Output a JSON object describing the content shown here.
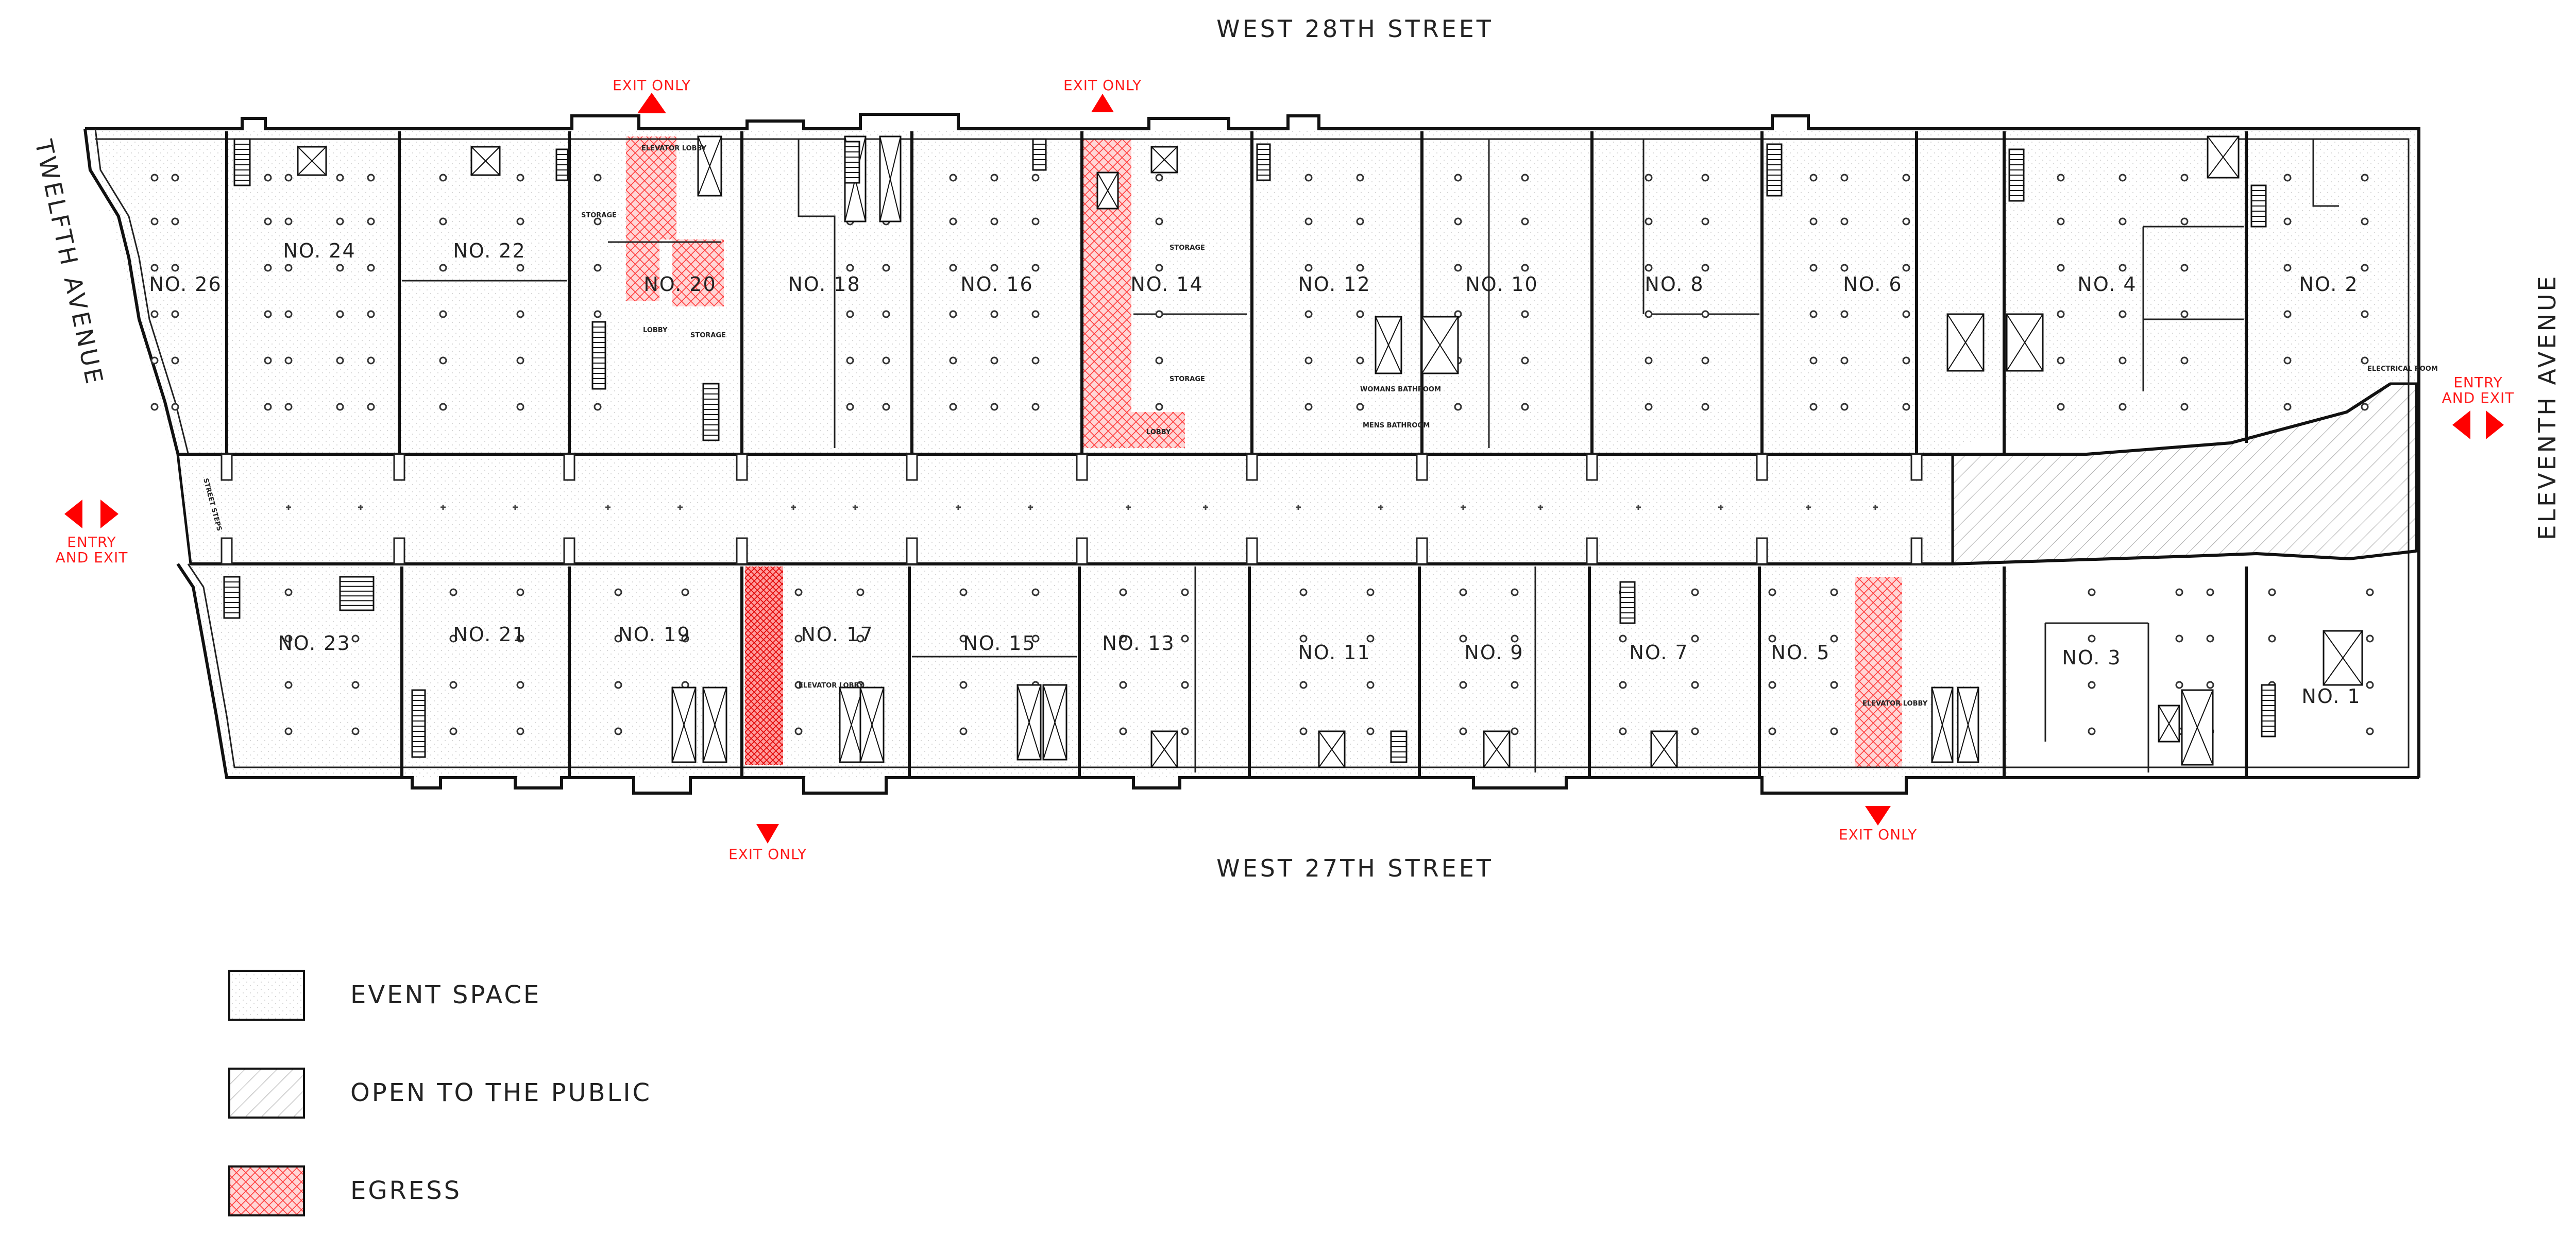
{
  "streets": {
    "north": "WEST 28TH STREET",
    "south": "WEST 27TH STREET",
    "west": "TWELFTH AVENUE",
    "east": "ELEVENTH AVENUE"
  },
  "north_units": [
    "NO. 26",
    "NO. 24",
    "NO. 22",
    "NO. 20",
    "NO. 18",
    "NO. 16",
    "NO. 14",
    "NO. 12",
    "NO. 10",
    "NO. 8",
    "NO. 6",
    "NO. 4",
    "NO. 2"
  ],
  "south_units": [
    "NO. 23",
    "NO. 21",
    "NO. 19",
    "NO. 17",
    "NO. 15",
    "NO. 13",
    "NO. 11",
    "NO. 9",
    "NO. 7",
    "NO. 5",
    "NO. 3",
    "NO. 1"
  ],
  "room_labels": {
    "storage_a": "STORAGE",
    "storage_b": "STORAGE",
    "storage_c": "STORAGE",
    "storage_d": "STORAGE",
    "elevator_lobby_n": "ELEVATOR LOBBY",
    "lobby_20": "LOBBY",
    "lobby_14": "LOBBY",
    "womens_bathroom": "WOMANS BATHROOM",
    "mens_bathroom": "MENS BATHROOM",
    "electrical_room": "ELECTRICAL ROOM",
    "elevator_lobby_17": "ELEVATOR LOBBY",
    "elevator_lobby_5": "ELEVATOR LOBBY",
    "stair": "STREET STEPS"
  },
  "exits": {
    "exit_n1": "EXIT ONLY",
    "exit_n2": "EXIT ONLY",
    "exit_s1": "EXIT ONLY",
    "exit_s2": "EXIT ONLY",
    "entry_west": "ENTRY AND EXIT",
    "entry_east": "ENTRY AND EXIT"
  },
  "legend": [
    {
      "label": "EVENT SPACE",
      "pattern": "event"
    },
    {
      "label": "OPEN TO THE PUBLIC",
      "pattern": "public"
    },
    {
      "label": "EGRESS",
      "pattern": "egress"
    }
  ],
  "colors": {
    "egress": "#ff3b3b",
    "exit_marker": "#ff0000",
    "wall": "#111111"
  }
}
